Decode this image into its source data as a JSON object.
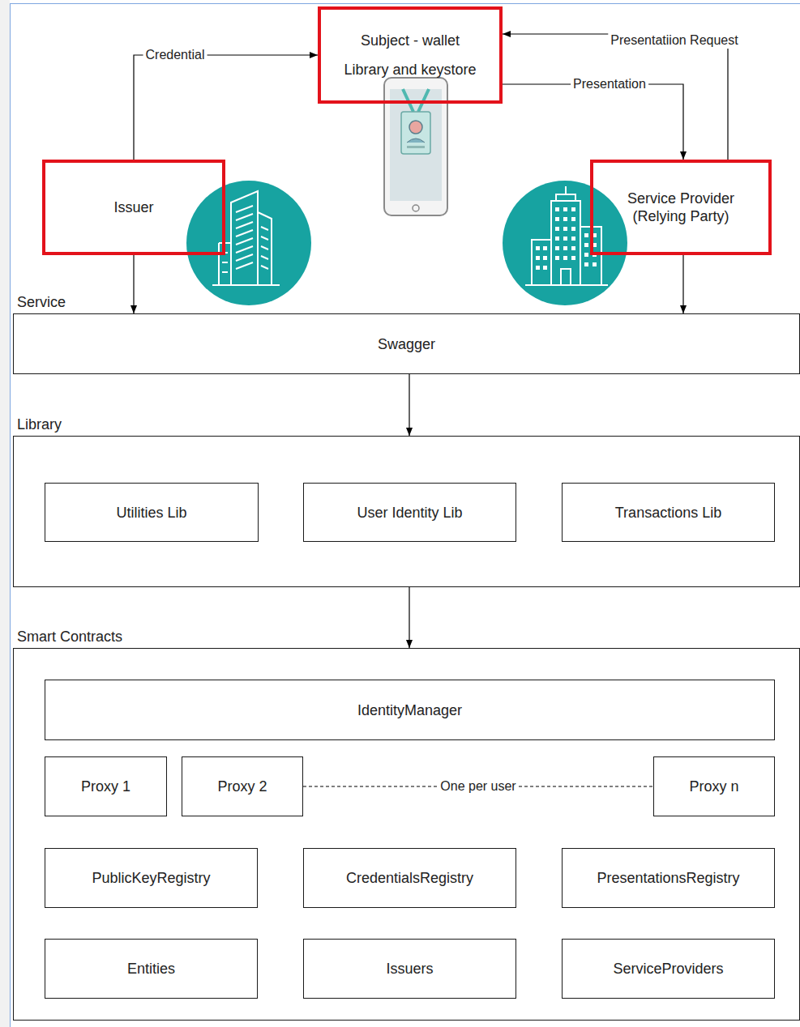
{
  "diagram": {
    "nodes": [
      {
        "text": [
          "Subject - wallet",
          "Library and keystore"
        ]
      },
      {
        "text": [
          "Issuer"
        ]
      },
      {
        "text": [
          "Service Provider (Relying Party)"
        ]
      },
      {
        "text": [
          "Service",
          "Swagger"
        ]
      },
      {
        "text": [
          "Library"
        ]
      },
      {
        "text": [
          "Utilities Lib"
        ],
        "in": 4
      },
      {
        "text": [
          "User Identity Lib"
        ],
        "in": 4
      },
      {
        "text": [
          "Transactions Lib"
        ],
        "in": 4
      },
      {
        "text": [
          "Smart Contracts"
        ]
      },
      {
        "text": [
          "IdentityManager"
        ],
        "in": 8
      },
      {
        "text": [
          "Proxy 1"
        ],
        "in": 8
      },
      {
        "text": [
          "Proxy 2"
        ],
        "in": 8
      },
      {
        "text": [
          "Proxy n"
        ],
        "in": 8
      },
      {
        "text": [
          "PublicKeyRegistry"
        ],
        "in": 8
      },
      {
        "text": [
          "CredentialsRegistry"
        ],
        "in": 8
      },
      {
        "text": [
          "PresentationsRegistry"
        ],
        "in": 8
      },
      {
        "text": [
          "Entities"
        ],
        "in": 8
      },
      {
        "text": [
          "Issuers"
        ],
        "in": 8
      },
      {
        "text": [
          "ServiceProviders"
        ],
        "in": 8
      }
    ],
    "edges": [
      {
        "from": 1,
        "to": 0,
        "label": "Credential",
        "arrow": "to"
      },
      {
        "from": 0,
        "to": 2,
        "label": "Presentation",
        "arrow": "to"
      },
      {
        "from": 2,
        "to": 0,
        "label": "Presentatiion Request",
        "arrow": "to"
      },
      {
        "from": 1,
        "to": 3,
        "arrow": "to"
      },
      {
        "from": 2,
        "to": 3,
        "arrow": "to"
      },
      {
        "from": 3,
        "to": 4,
        "arrow": "to"
      },
      {
        "from": 4,
        "to": 8,
        "arrow": "to"
      },
      {
        "from": 11,
        "to": 12,
        "label": "One per user",
        "arrow": "none"
      }
    ]
  }
}
